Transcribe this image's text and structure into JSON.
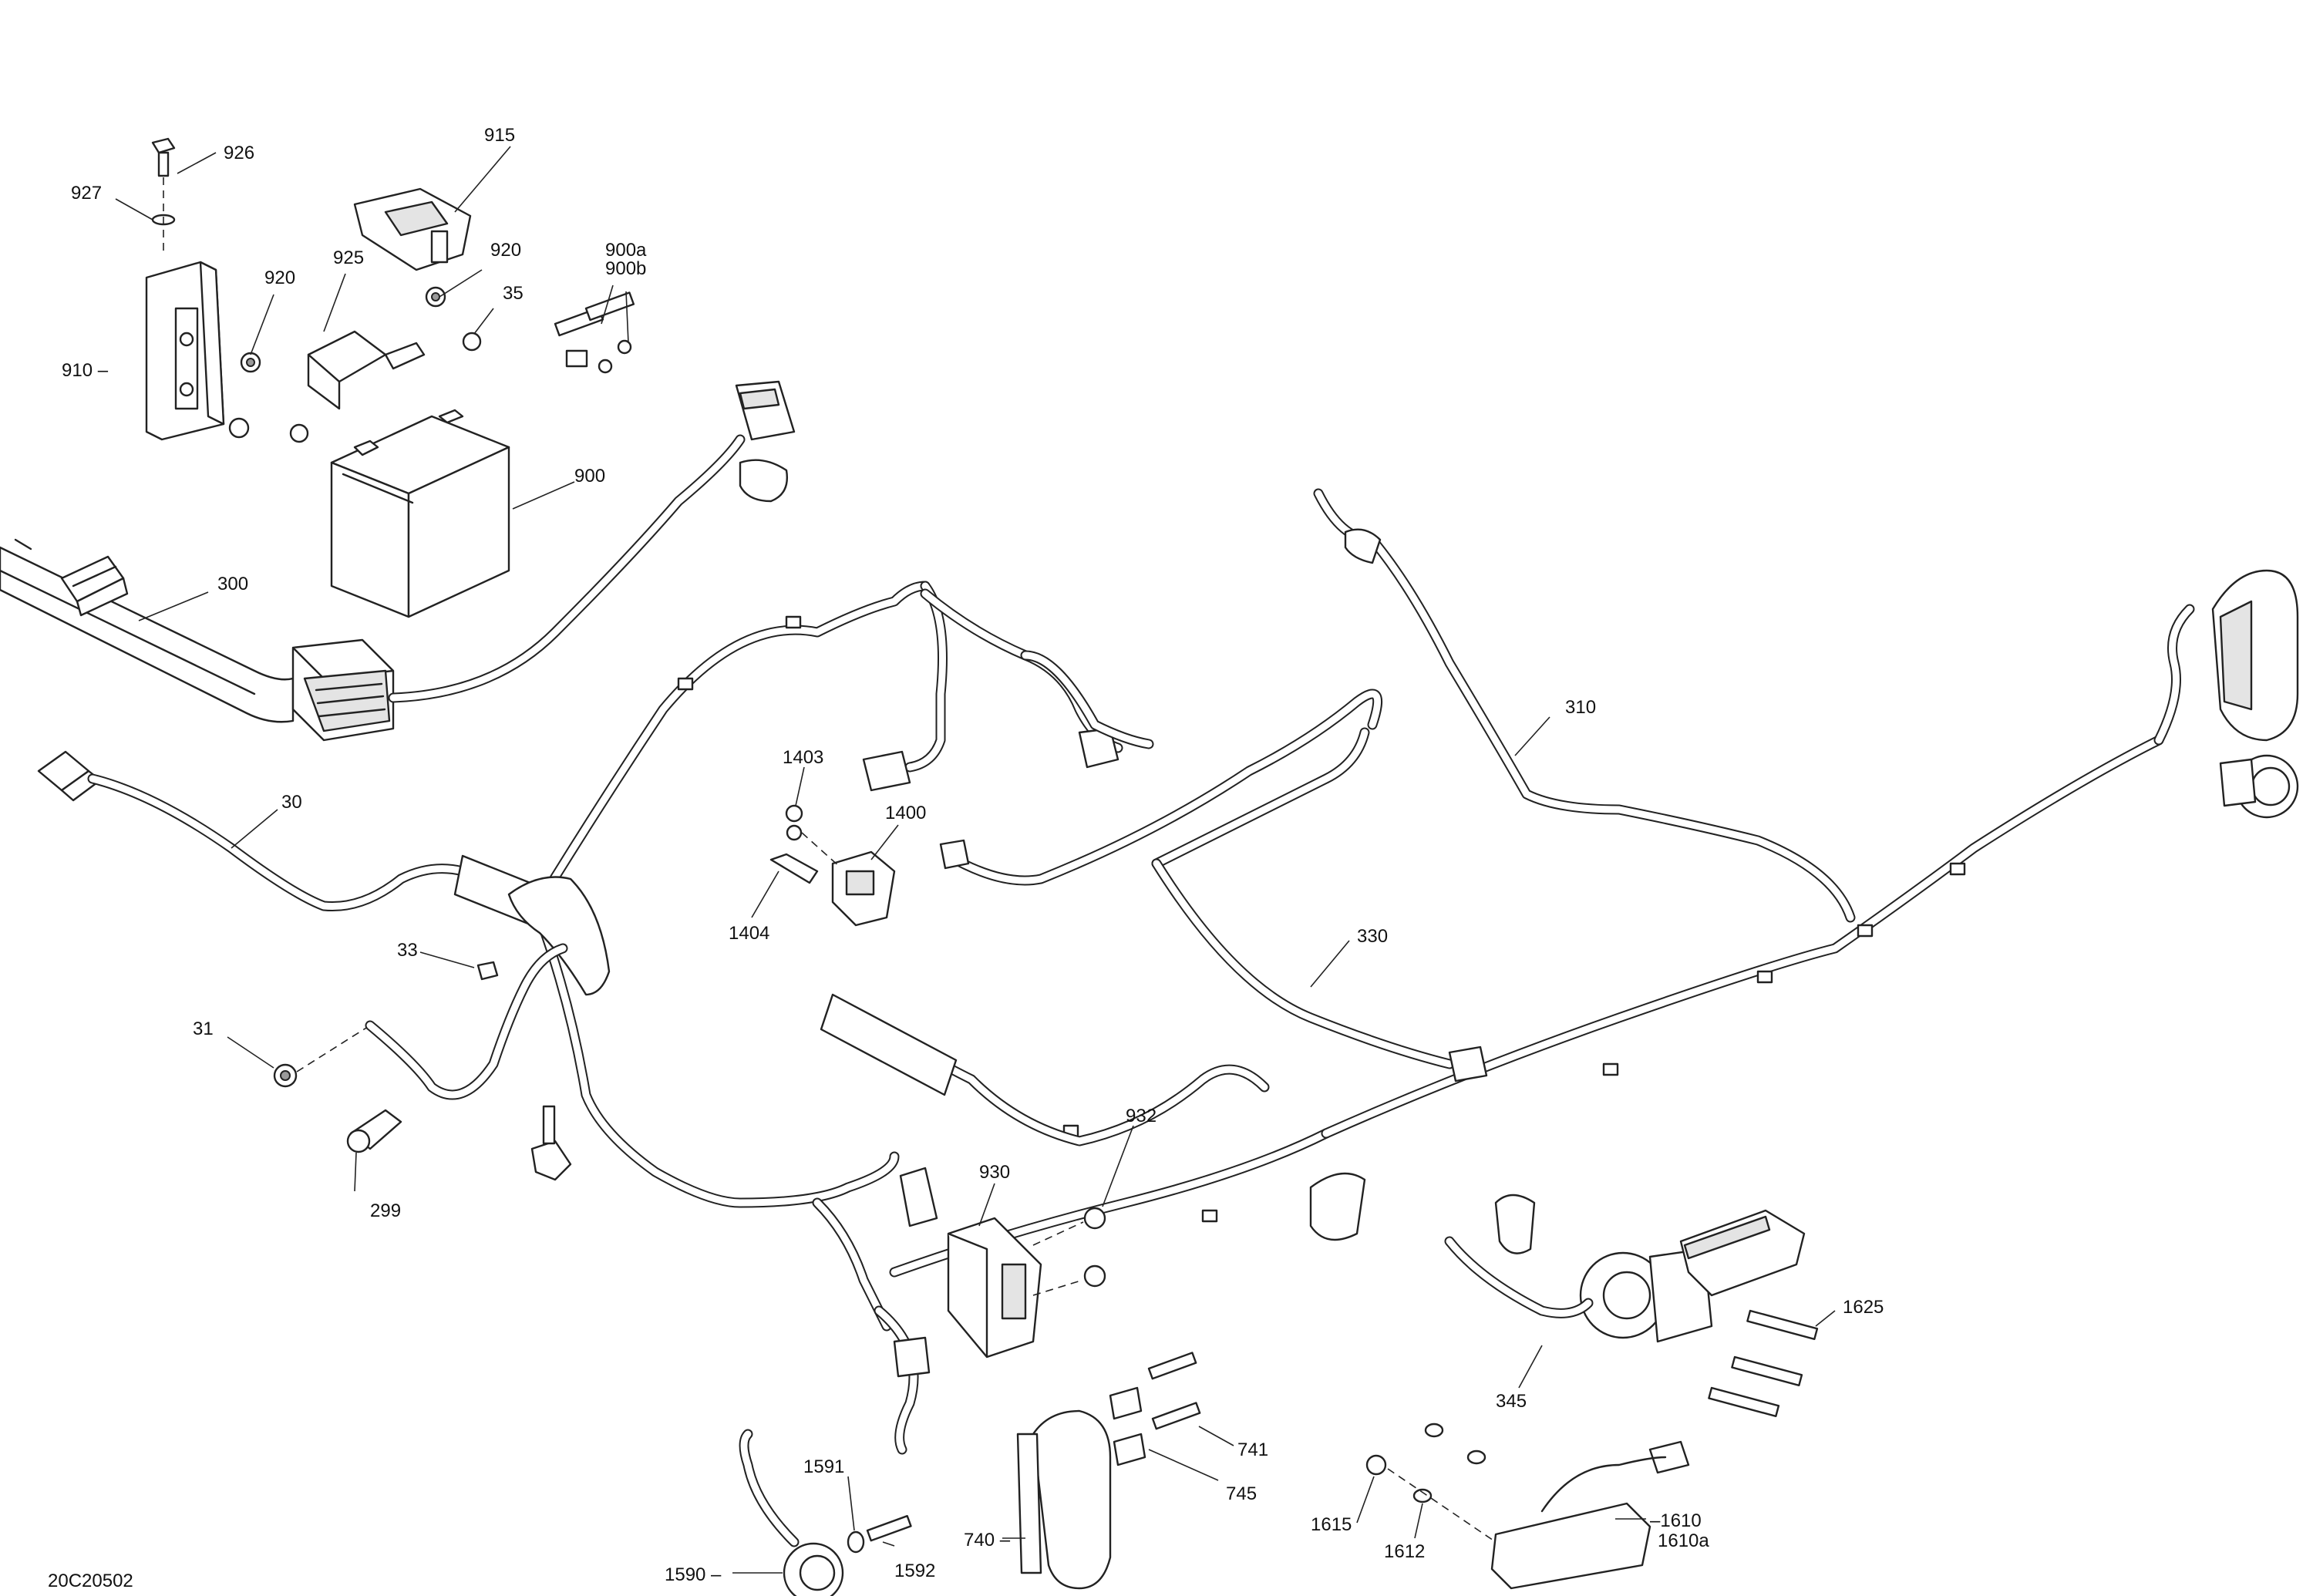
{
  "diagram": {
    "drawing_code": "20C20502",
    "callouts": {
      "c926": "926",
      "c927": "927",
      "c915": "915",
      "c920a": "920",
      "c920b": "920",
      "c925": "925",
      "c910": "910 –",
      "c35": "35",
      "c900ab": [
        "900a",
        "900b"
      ],
      "c900": "900",
      "c300": "300",
      "c30": "30",
      "c1403": "1403",
      "c1400": "1400",
      "c1404": "1404",
      "c310": "310",
      "c330": "330",
      "c33": "33",
      "c31": "31",
      "c299": "299",
      "c930": "930",
      "c932": "932",
      "c1625": "1625",
      "c345": "345",
      "c741": "741",
      "c745": "745",
      "c1591": "1591",
      "c1592": "1592",
      "c740": "740 –",
      "c1590": "1590 –",
      "c1615": "1615",
      "c1612": "1612",
      "c1610": [
        "–1610",
        "1610a"
      ]
    }
  }
}
